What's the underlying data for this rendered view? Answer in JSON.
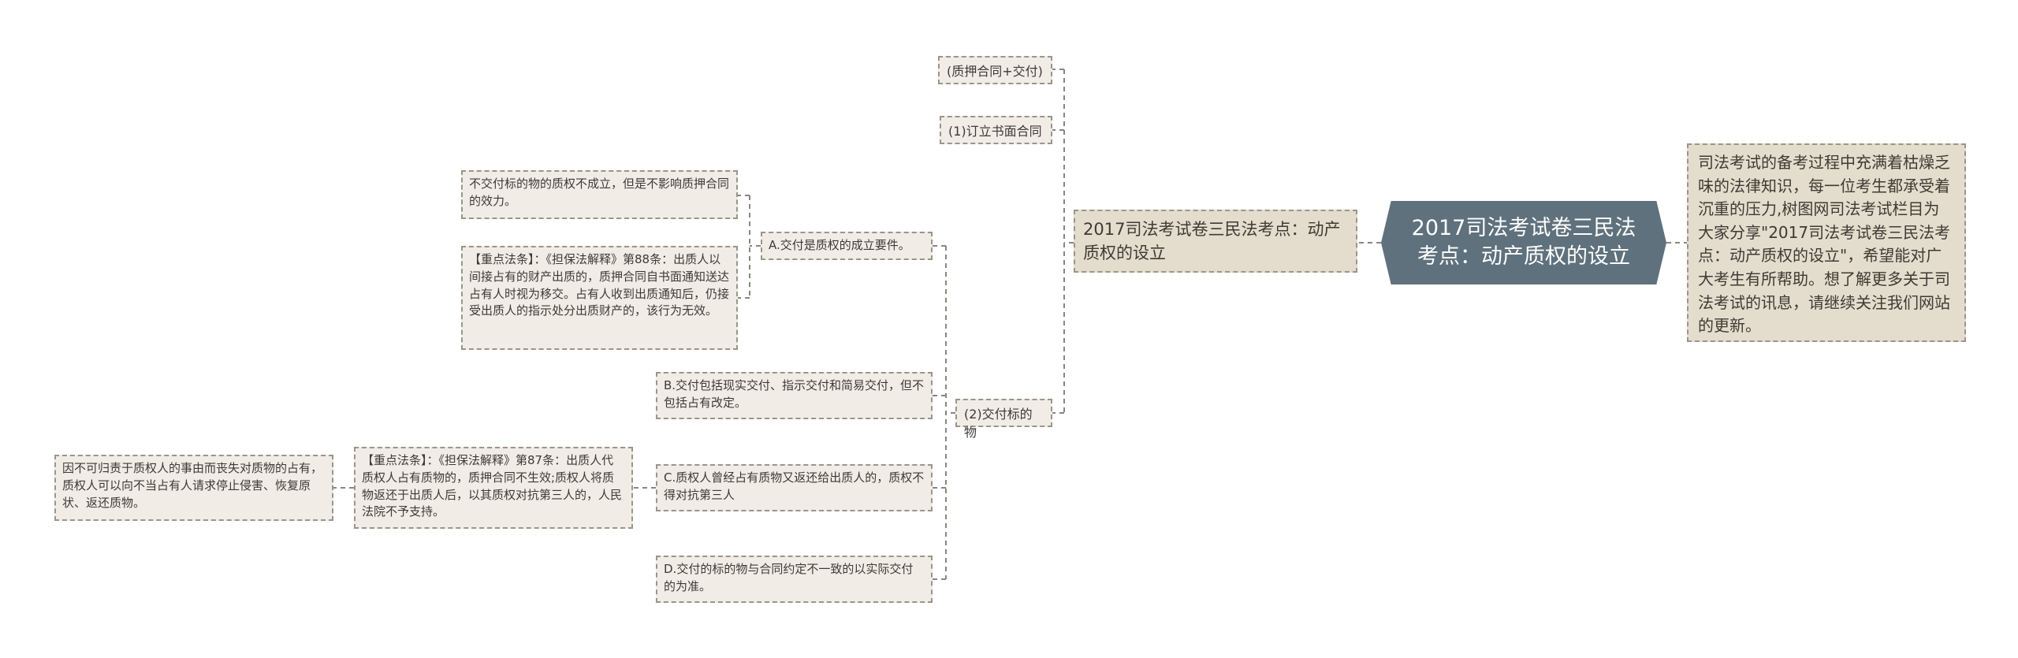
{
  "mindmap": {
    "root": {
      "label": "2017司法考试卷三民法考点：动产质权的设立"
    },
    "description": {
      "text": "司法考试的备考过程中充满着枯燥乏味的法律知识，每一位考生都承受着沉重的压力,树图网司法考试栏目为大家分享\"2017司法考试卷三民法考点：动产质权的设立\"，希望能对广大考生有所帮助。想了解更多关于司法考试的讯息，请继续关注我们网站的更新。"
    },
    "subtopic": {
      "label": "2017司法考试卷三民法考点：动产质权的设立"
    },
    "branches": {
      "formula": "(质押合同+交付)",
      "contract": "(1)订立书面合同",
      "delivery": "(2)交付标的物"
    },
    "delivery_items": {
      "a": "A.交付是质权的成立要件。",
      "b": "B.交付包括现实交付、指示交付和简易交付，但不包括占有改定。",
      "c": "C.质权人曾经占有质物又返还给出质人的，质权不得对抗第三人",
      "d": "D.交付的标的物与合同约定不一致的以实际交付的为准。"
    },
    "a_details": {
      "no_delivery": "不交付标的物的质权不成立，但是不影响质押合同的效力。",
      "art88": "【重点法条】：《担保法解释》第88条：出质人以间接占有的财产出质的，质押合同自书面通知送达占有人时视为移交。占有人收到出质通知后，仍接受出质人的指示处分出质财产的，该行为无效。"
    },
    "c_details": {
      "art87": "【重点法条】：《担保法解释》第87条：出质人代质权人占有质物的，质押合同不生效;质权人将质物返还于出质人后，以其质权对抗第三人的，人民法院不予支持。",
      "loss": "因不可归责于质权人的事由而丧失对质物的占有，质权人可以向不当占有人请求停止侵害、恢复原状、返还质物。"
    }
  }
}
